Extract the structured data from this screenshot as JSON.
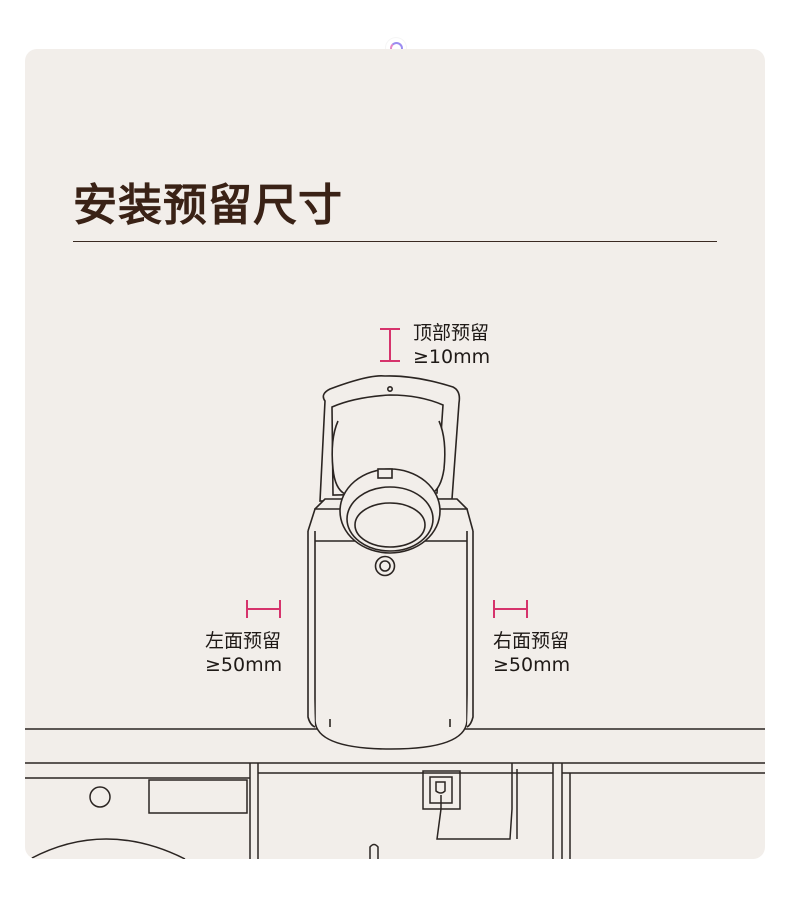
{
  "title": "安装预留尺寸",
  "labels": {
    "top": {
      "name": "顶部预留",
      "value": "≥10mm"
    },
    "left": {
      "name": "左面预留",
      "value": "≥50mm"
    },
    "right": {
      "name": "右面预留",
      "value": "≥50mm"
    }
  },
  "colors": {
    "background": "#f2eeea",
    "title": "#3a2216",
    "marker": "#d6336c",
    "line": "#2b2522"
  }
}
